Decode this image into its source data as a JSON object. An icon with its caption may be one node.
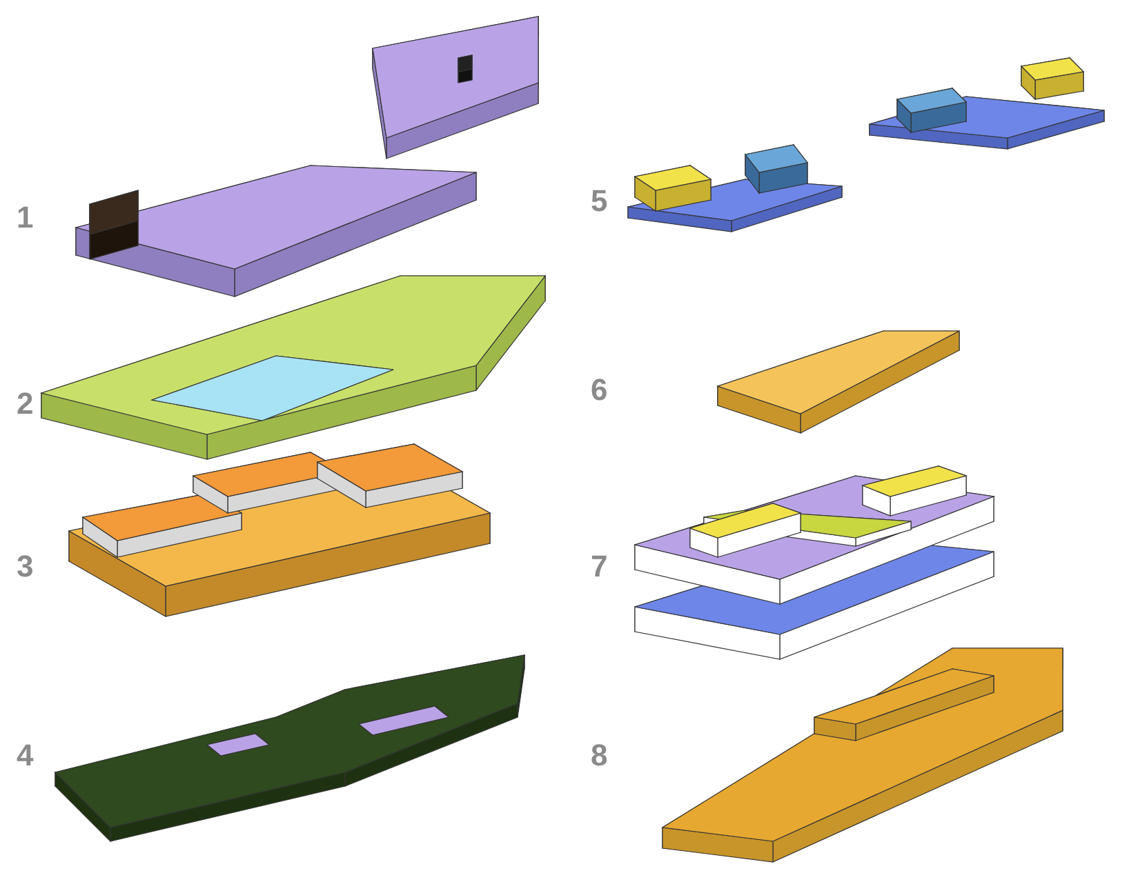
{
  "diagram": {
    "labels": [
      "1",
      "2",
      "3",
      "4",
      "5",
      "6",
      "7",
      "8"
    ]
  }
}
